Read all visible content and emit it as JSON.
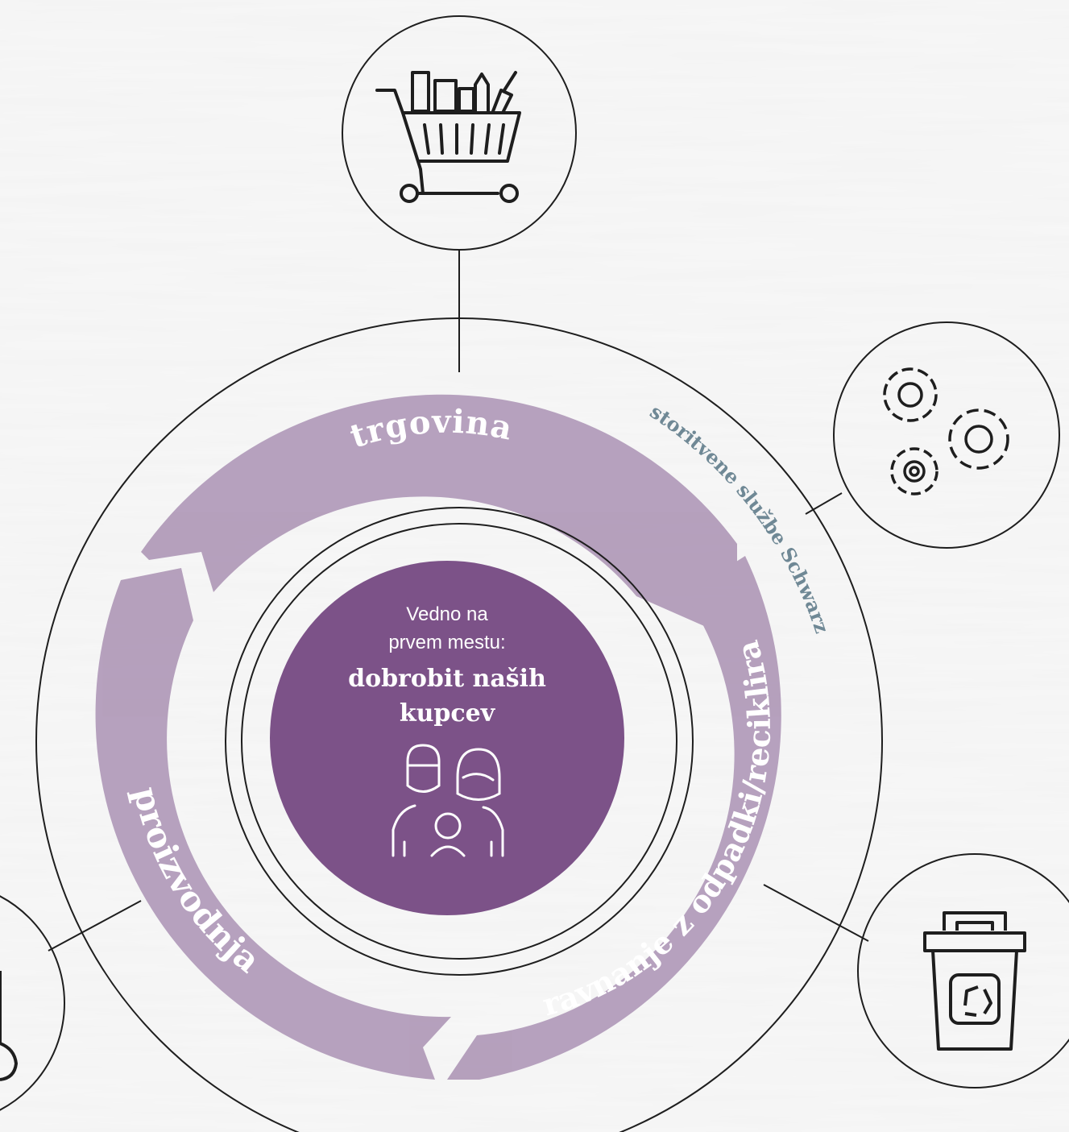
{
  "center": {
    "line1": "Vedno na",
    "line2": "prvem mestu:",
    "bold1": "dobrobit naših",
    "bold2": "kupcev",
    "icon": "family-icon"
  },
  "cycle": {
    "top_label": "trgovina",
    "right_label": "ravnanje z odpadki/recikliranje",
    "left_label": "proizvodnja",
    "outer_label": "storitvene službe Schwarz"
  },
  "nodes": [
    {
      "name": "shopping-cart-icon"
    },
    {
      "name": "gears-icon"
    },
    {
      "name": "recycling-bin-icon"
    },
    {
      "name": "production-icon"
    }
  ],
  "colors": {
    "background": "#f3f3f3",
    "arrow": "#b29cba",
    "center": "#7c5288",
    "outer_label": "#6f8895",
    "line": "#1e1e1e"
  }
}
